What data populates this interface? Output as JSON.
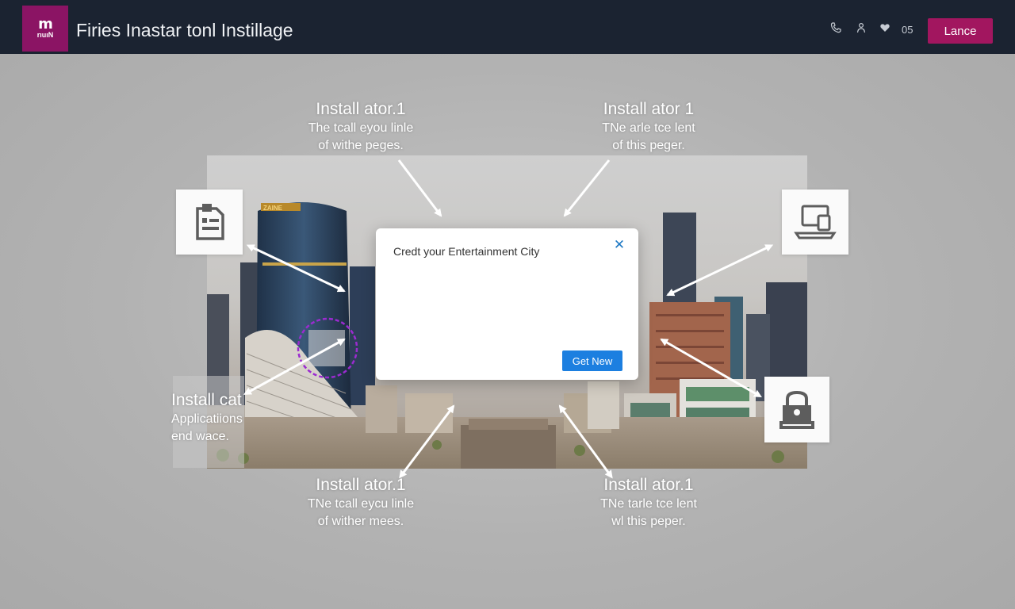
{
  "header": {
    "logo_mark": "m",
    "logo_text": "rıuıN",
    "title": "Firies Inastar tonl Instillage",
    "icons": [
      "phone-icon",
      "person-icon",
      "heart-icon"
    ],
    "count": "05",
    "primary_button": "Lance"
  },
  "callouts": {
    "top_left": {
      "title": "Install ator.1",
      "line1": "The tcall eyou linle",
      "line2": "of withe peges."
    },
    "top_right": {
      "title": "Install ator 1",
      "line1": "TNe arle tce lent",
      "line2": "of this peger."
    },
    "bottom_left": {
      "title": "Install ator.1",
      "line1": "TNe tcall eycu linle",
      "line2": "of wither mees."
    },
    "bottom_right": {
      "title": "Install ator.1",
      "line1": "TNe tarle tce lent",
      "line2": "wl this peper."
    },
    "left_side": {
      "title": "Install cat",
      "line1": "Applicatiions",
      "line2": "end wace."
    }
  },
  "photo": {
    "sign_text": "ZAINE"
  },
  "modal": {
    "title": "Credt your Entertainment City",
    "close_icon": "close-icon",
    "button": "Get New"
  },
  "icon_cards": [
    "document-form-icon",
    "laptop-icon",
    "lock-icon"
  ],
  "colors": {
    "topbar": "#1b2331",
    "brand": "#8b1464",
    "primary_button": "#a2165f",
    "modal_button": "#1c7fe0",
    "highlight_ring": "#9b2bd0"
  }
}
